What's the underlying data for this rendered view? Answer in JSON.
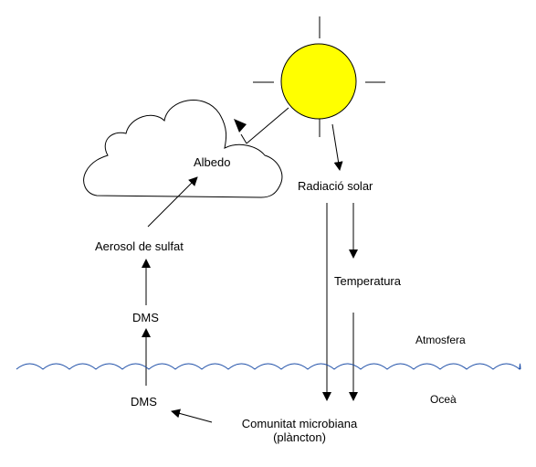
{
  "diagram": {
    "nodes": {
      "albedo": "Albedo",
      "radiacio": "Radiació solar",
      "aerosol": "Aerosol de sulfat",
      "temperatura": "Temperatura",
      "dms_upper": "DMS",
      "dms_lower": "DMS",
      "comunitat_line1": "Comunitat microbiana",
      "comunitat_line2": "(plàncton)"
    },
    "zones": {
      "atmosfera": "Atmosfera",
      "ocea": "Oceà"
    },
    "colors": {
      "sun_fill": "#FFFF00",
      "ocean_wave": "#1E4FA8",
      "line": "#000000"
    },
    "icons": [
      "sun-icon",
      "cloud-icon",
      "ocean-wave"
    ]
  }
}
